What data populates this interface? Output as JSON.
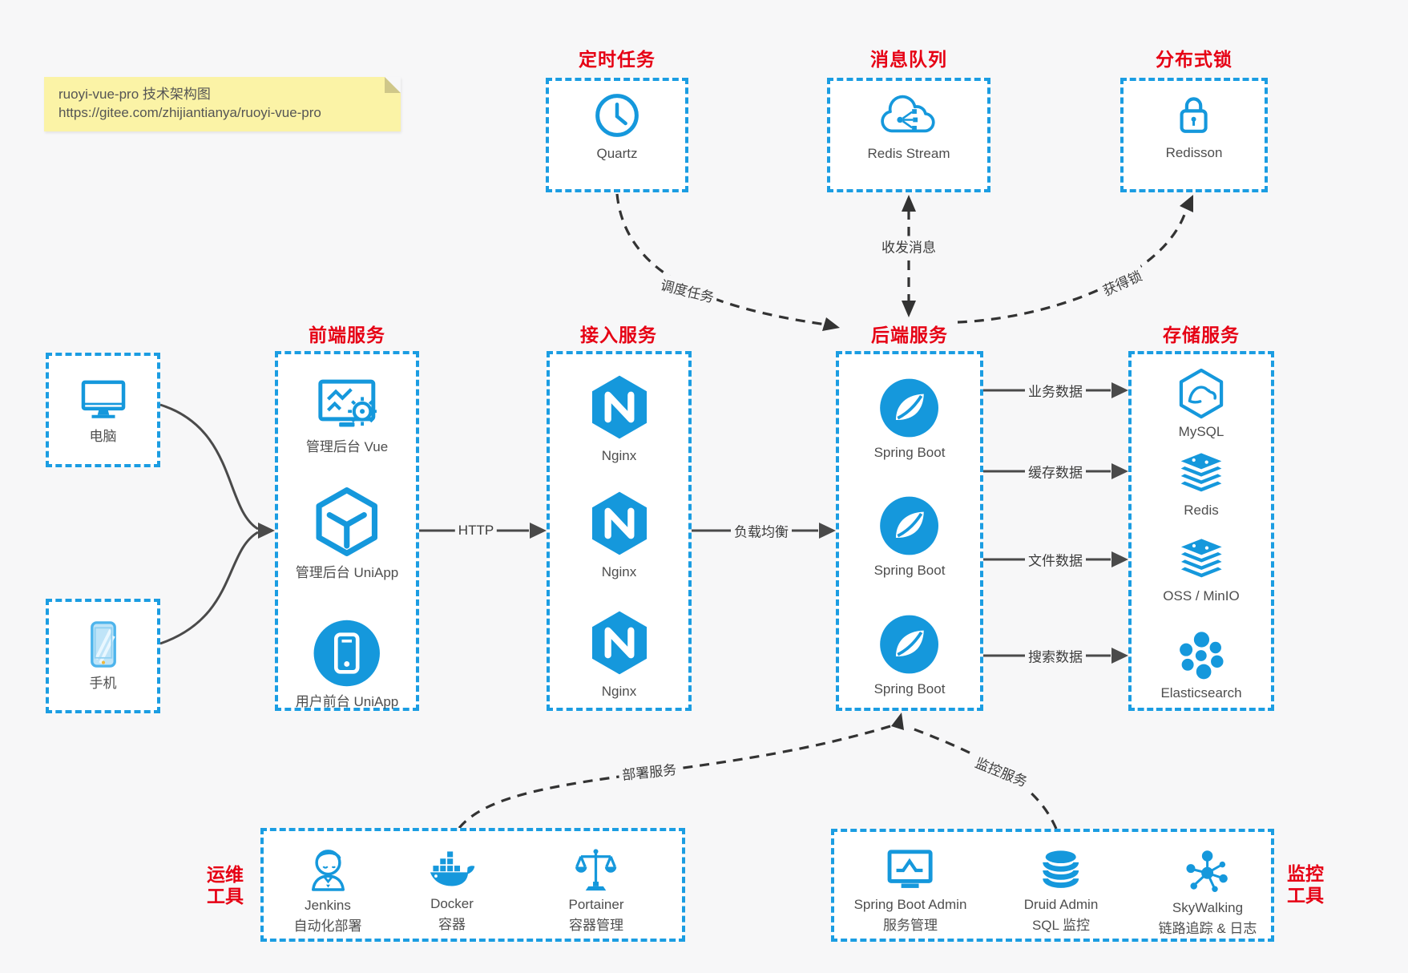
{
  "note": {
    "line1": "ruoyi-vue-pro 技术架构图",
    "line2": "https://gitee.com/zhijiantianya/ruoyi-vue-pro"
  },
  "groups": {
    "scheduled_tasks": {
      "title": "定时任务",
      "items": [
        {
          "label": "Quartz",
          "icon": "clock-icon"
        }
      ]
    },
    "message_queue": {
      "title": "消息队列",
      "items": [
        {
          "label": "Redis Stream",
          "icon": "cloud-stream-icon"
        }
      ]
    },
    "distributed_lock": {
      "title": "分布式锁",
      "items": [
        {
          "label": "Redisson",
          "icon": "lock-icon"
        }
      ]
    },
    "clients": {
      "items": [
        {
          "label": "电脑",
          "icon": "desktop-icon"
        },
        {
          "label": "手机",
          "icon": "mobile-icon"
        }
      ]
    },
    "frontend": {
      "title": "前端服务",
      "items": [
        {
          "label": "管理后台 Vue",
          "icon": "admin-vue-icon"
        },
        {
          "label": "管理后台 UniApp",
          "icon": "uniapp-cube-icon"
        },
        {
          "label": "用户前台 UniApp",
          "icon": "user-app-icon"
        }
      ]
    },
    "access": {
      "title": "接入服务",
      "items": [
        {
          "label": "Nginx",
          "icon": "nginx-icon"
        },
        {
          "label": "Nginx",
          "icon": "nginx-icon"
        },
        {
          "label": "Nginx",
          "icon": "nginx-icon"
        }
      ]
    },
    "backend": {
      "title": "后端服务",
      "items": [
        {
          "label": "Spring Boot",
          "icon": "spring-boot-icon"
        },
        {
          "label": "Spring Boot",
          "icon": "spring-boot-icon"
        },
        {
          "label": "Spring Boot",
          "icon": "spring-boot-icon"
        }
      ]
    },
    "storage": {
      "title": "存储服务",
      "items": [
        {
          "label": "MySQL",
          "icon": "mysql-icon"
        },
        {
          "label": "Redis",
          "icon": "redis-stack-icon"
        },
        {
          "label": "OSS / MinIO",
          "icon": "storage-stack-icon"
        },
        {
          "label": "Elasticsearch",
          "icon": "elasticsearch-icon"
        }
      ]
    },
    "ops_tools": {
      "title_line1": "运维",
      "title_line2": "工具",
      "items": [
        {
          "name": "Jenkins",
          "desc": "自动化部署",
          "icon": "jenkins-icon"
        },
        {
          "name": "Docker",
          "desc": "容器",
          "icon": "docker-icon"
        },
        {
          "name": "Portainer",
          "desc": "容器管理",
          "icon": "portainer-icon"
        }
      ]
    },
    "monitor_tools": {
      "title_line1": "监控",
      "title_line2": "工具",
      "items": [
        {
          "name": "Spring Boot Admin",
          "desc": "服务管理",
          "icon": "spring-boot-admin-icon"
        },
        {
          "name": "Druid Admin",
          "desc": "SQL 监控",
          "icon": "druid-icon"
        },
        {
          "name": "SkyWalking",
          "desc": "链路追踪 & 日志",
          "icon": "skywalking-icon"
        }
      ]
    }
  },
  "edges": {
    "schedule": "调度任务",
    "send_receive": "收发消息",
    "acquire_lock": "获得锁",
    "http": "HTTP",
    "load_balance": "负载均衡",
    "business_data": "业务数据",
    "cache_data": "缓存数据",
    "file_data": "文件数据",
    "search_data": "搜索数据",
    "deploy": "部署服务",
    "monitor": "监控服务"
  },
  "colors": {
    "accent_blue": "#1598dc",
    "title_red": "#e60014",
    "arrow_dark": "#4a4a4a",
    "note_bg": "#fbf3a6",
    "page_bg": "#f7f7f8"
  }
}
